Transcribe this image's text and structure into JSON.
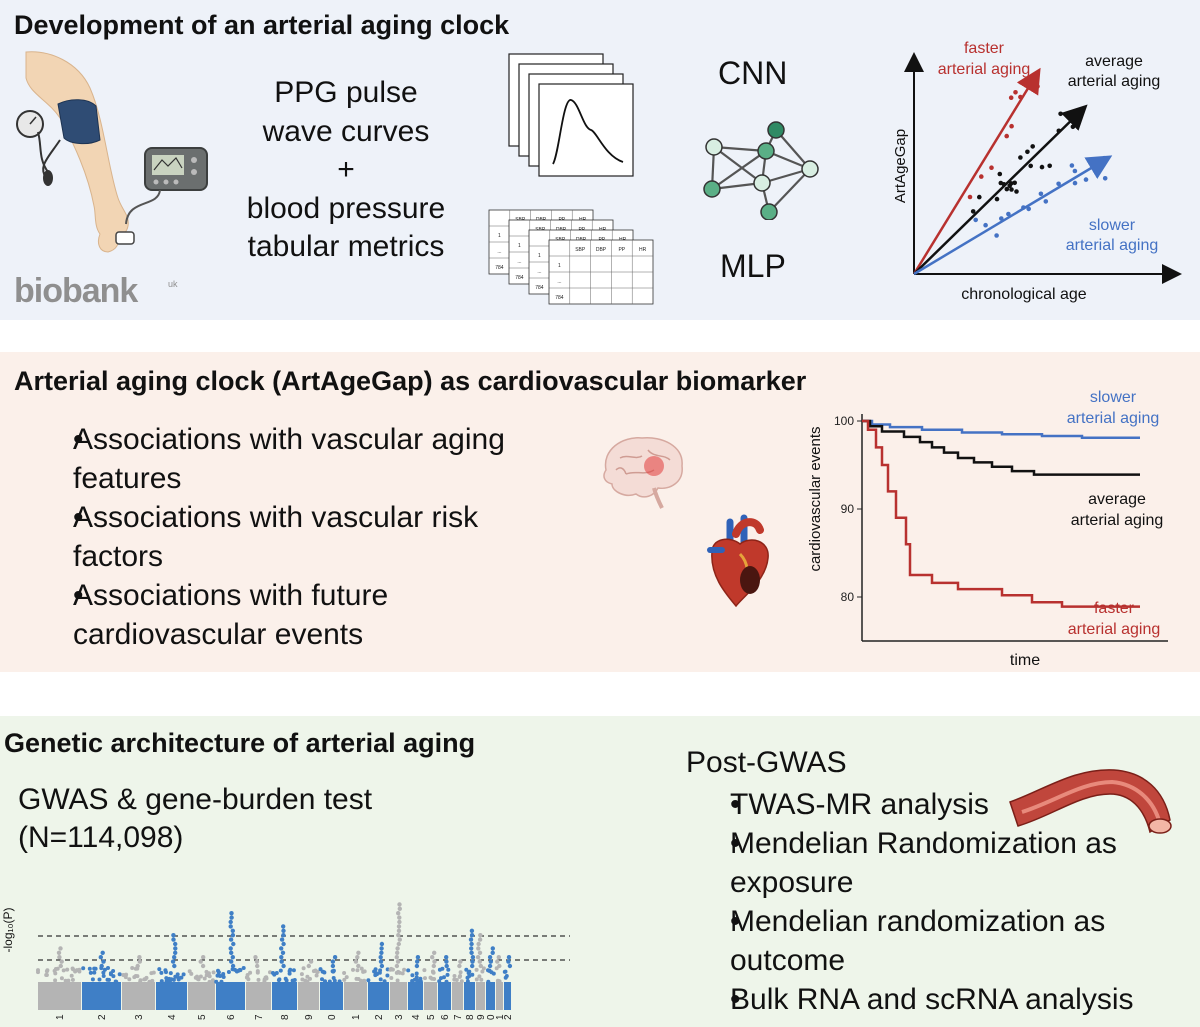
{
  "colors": {
    "panel1_bg": "#eef2f9",
    "panel2_bg": "#fbf0ea",
    "panel3_bg": "#eef5ea",
    "faster": "#b8312f",
    "average": "#111111",
    "slower": "#4472c4",
    "manhattan_gray": "#b4b4b4",
    "manhattan_blue": "#3f7fc6"
  },
  "section1": {
    "title": "Development of an arterial aging clock",
    "inputs_line1": "PPG pulse",
    "inputs_line2": "wave curves",
    "inputs_plus": "+",
    "inputs_line3": "blood pressure",
    "inputs_line4": "tabular metrics",
    "cnn": "CNN",
    "mlp": "MLP",
    "biobank": "biobank",
    "biobank_sup": "uk",
    "table_headers": [
      "SBP",
      "DBP",
      "PP",
      "HR"
    ],
    "table_rows": [
      "1",
      "...",
      "784"
    ],
    "scatter": {
      "ylabel": "ArtAgeGap",
      "xlabel": "chronological age",
      "faster_1": "faster",
      "faster_2": "arterial aging",
      "average_1": "average",
      "average_2": "arterial aging",
      "slower_1": "slower",
      "slower_2": "arterial aging"
    }
  },
  "section2": {
    "title": "Arterial aging clock (ArtAgeGap) as cardiovascular biomarker",
    "bullets": [
      {
        "line1": "Associations with vascular aging",
        "line2": "features"
      },
      {
        "line1": "Associations with vascular risk",
        "line2": "factors"
      },
      {
        "line1": "Associations with future",
        "line2": "cardiovascular events"
      }
    ],
    "km": {
      "ylabel": "cardiovascular events",
      "xlabel": "time",
      "yticks": [
        "100",
        "90",
        "80"
      ],
      "slower_1": "slower",
      "slower_2": "arterial aging",
      "average_1": "average",
      "average_2": "arterial aging",
      "faster_1": "faster",
      "faster_2": "arterial aging"
    }
  },
  "section3": {
    "title": "Genetic architecture of arterial aging",
    "gwas_line1": "GWAS & gene-burden test",
    "gwas_line2": "(N=114,098)",
    "manhattan_ylabel": "-log₁₀(P)",
    "chrom_labels": [
      "1",
      "2",
      "3",
      "4",
      "5",
      "6",
      "7",
      "8",
      "9",
      "0",
      "1",
      "2",
      "3",
      "4",
      "5",
      "6",
      "7",
      "8",
      "9",
      "0",
      "1",
      "2"
    ],
    "post_title": "Post-GWAS",
    "post_bullets": [
      {
        "line1": "TWAS-MR analysis",
        "line2": ""
      },
      {
        "line1": "Mendelian Randomization as",
        "line2": "exposure"
      },
      {
        "line1": "Mendelian randomization as",
        "line2": "outcome"
      },
      {
        "line1": "Bulk RNA and scRNA analysis",
        "line2": ""
      }
    ]
  }
}
